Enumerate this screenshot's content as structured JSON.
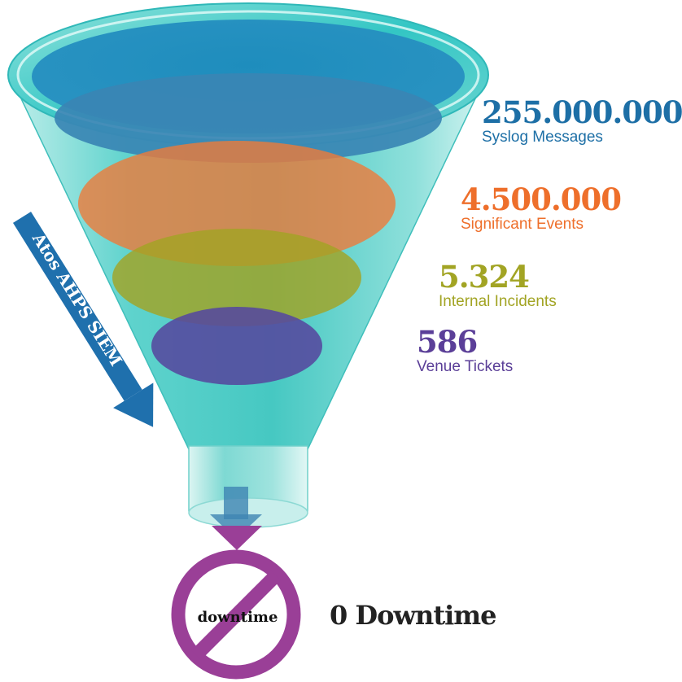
{
  "stages": [
    {
      "value": "255.000.000",
      "label": "Syslog Messages",
      "color": "#1d6fa6"
    },
    {
      "value": "4.500.000",
      "label": "Significant Events",
      "color": "#ee6f2b"
    },
    {
      "value": "5.324",
      "label": "Internal Incidents",
      "color": "#a2a424"
    },
    {
      "value": "586",
      "label": "Venue Tickets",
      "color": "#5b3f98"
    }
  ],
  "arrow_label": "Atos AHPS SIEM",
  "result": {
    "sign_word": "downtime",
    "label": "0 Downtime",
    "sign_color": "#9a3f97"
  },
  "funnel_color": "#42c8c4"
}
